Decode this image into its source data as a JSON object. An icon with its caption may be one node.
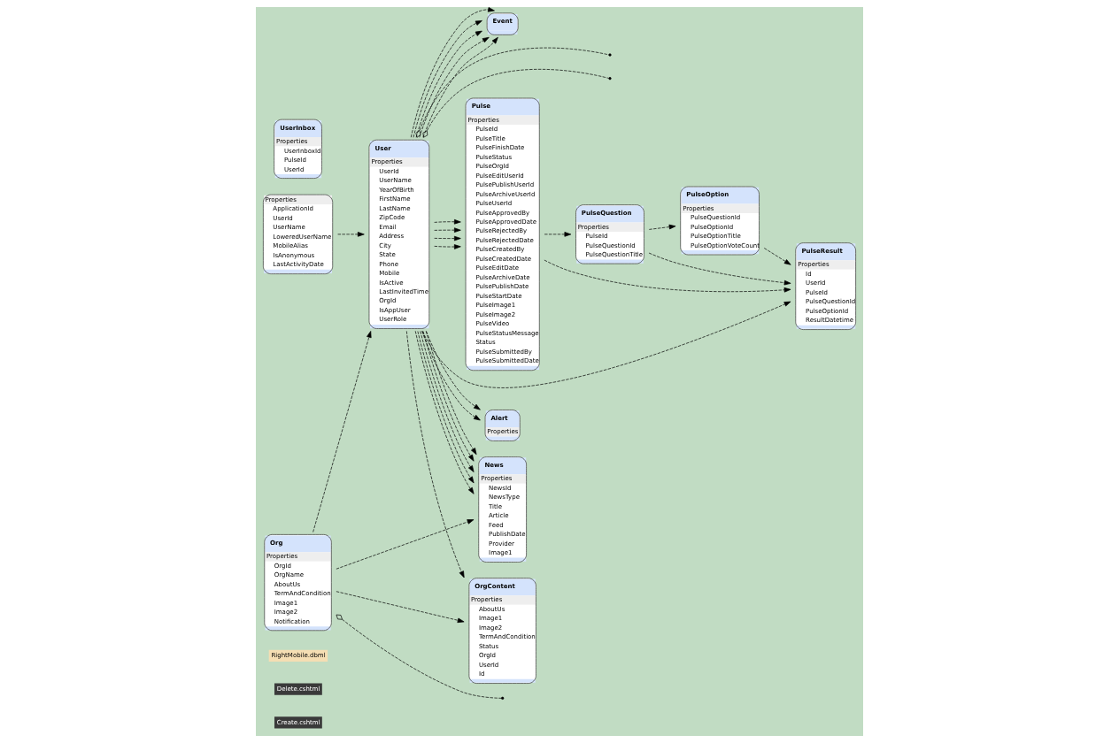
{
  "diagram": {
    "nodes": [
      {
        "text": [
          "Pulse",
          "Properties",
          "PulseId",
          "PulseTitle",
          "PulseFinishDate",
          "PulseStatus",
          "PulseOrgId",
          "PulseEditUserId",
          "PulsePublishUserId",
          "PulseArchiveUserId",
          "PulseUserId",
          "PulseApprovedBy",
          "PulseApprovedDate",
          "PulseRejectedBy",
          "PulseRejectedDate",
          "PulseCreatedBy",
          "PulseCreatedDate",
          "PulseEditDate",
          "PulseArchiveDate",
          "PulsePublishDate",
          "PulseStartDate",
          "PulseImage1",
          "PulseImage2",
          "PulseVideo",
          "PulseStatusMessage",
          "Status",
          "PulseSubmittedBy",
          "PulseSubmittedDate"
        ]
      },
      {
        "text": [
          "PulseQuestion",
          "Properties",
          "PulseId",
          "PulseQuestionId",
          "PulseQuestionTitle"
        ]
      },
      {
        "text": [
          "PulseOption",
          "Properties",
          "PulseQuestionId",
          "PulseOptionId",
          "PulseOptionTitle",
          "PulseOptionVoteCount"
        ]
      },
      {
        "text": [
          "UserInbox",
          "Properties",
          "UserInboxId",
          "PulseId",
          "UserId"
        ]
      },
      {
        "text": [
          "PulseResult",
          "Properties",
          "Id",
          "UserId",
          "PulseId",
          "PulseQuestionId",
          "PulseOptionId",
          "ResultDatetime"
        ]
      },
      {
        "text": [
          "User",
          "Properties",
          "UserId",
          "UserName",
          "YearOfBirth",
          "FirstName",
          "LastName",
          "ZipCode",
          "Email",
          "Address",
          "City",
          "State",
          "Phone",
          "Mobile",
          "IsActive",
          "LastInvitedTime",
          "OrgId",
          "IsAppUser",
          "UserRole"
        ]
      },
      {
        "text": [
          "Org",
          "Properties",
          "OrgId",
          "OrgName",
          "AboutUs",
          "TermAndCondition",
          "Image1",
          "Image2",
          "Notification"
        ]
      },
      {
        "text": [
          "OrgContent",
          "Properties",
          "AboutUs",
          "Image1",
          "Image2",
          "TermAndCondition",
          "Status",
          "OrgId",
          "UserId",
          "Id"
        ]
      },
      {
        "text": [
          "Properties",
          "ApplicationId",
          "UserId",
          "UserName",
          "LoweredUserName",
          "MobileAlias",
          "IsAnonymous",
          "LastActivityDate"
        ]
      },
      {
        "text": [
          "News",
          "Properties",
          "NewsId",
          "NewsType",
          "Title",
          "Article",
          "Feed",
          "PublishDate",
          "Provider",
          "Image1"
        ]
      },
      {
        "text": [
          "Alert",
          "Properties"
        ]
      },
      {
        "text": [
          "Event"
        ]
      }
    ],
    "edges": [
      {
        "from": 0,
        "to": 1,
        "arrow": "to"
      },
      {
        "from": 1,
        "to": 2,
        "arrow": "to"
      },
      {
        "from": 2,
        "to": 4,
        "arrow": "to"
      },
      {
        "from": 1,
        "to": 4,
        "arrow": "to"
      },
      {
        "from": 0,
        "to": 4,
        "arrow": "to"
      },
      {
        "from": 5,
        "to": 0,
        "arrow": "to"
      },
      {
        "from": 5,
        "to": 0,
        "arrow": "to"
      },
      {
        "from": 5,
        "to": 0,
        "arrow": "to"
      },
      {
        "from": 5,
        "to": 0,
        "arrow": "to"
      },
      {
        "from": 5,
        "to": 4,
        "arrow": "to"
      },
      {
        "from": 5,
        "to": 7,
        "arrow": "to"
      },
      {
        "from": 6,
        "to": 5,
        "arrow": "to"
      },
      {
        "from": 6,
        "to": 7,
        "arrow": "to"
      },
      {
        "from": 6,
        "to": 9,
        "arrow": "to"
      },
      {
        "from": 8,
        "to": 5,
        "arrow": "to"
      },
      {
        "from": 5,
        "to": 9,
        "arrow": "to"
      },
      {
        "from": 5,
        "to": 9,
        "arrow": "to"
      },
      {
        "from": 5,
        "to": 9,
        "arrow": "to"
      },
      {
        "from": 5,
        "to": 9,
        "arrow": "to"
      },
      {
        "from": 5,
        "to": 9,
        "arrow": "to"
      },
      {
        "from": 5,
        "to": 10,
        "arrow": "to"
      },
      {
        "from": 5,
        "to": 10,
        "arrow": "to"
      },
      {
        "from": 5,
        "to": 11,
        "arrow": "to"
      },
      {
        "from": 5,
        "to": 11,
        "arrow": "to"
      },
      {
        "from": 5,
        "to": 11,
        "arrow": "to"
      },
      {
        "from": 5,
        "to": 11,
        "arrow": "to"
      },
      {
        "from": 5,
        "to": 11,
        "arrow": "to"
      },
      {
        "from": 5,
        "to": null,
        "arrow": "other"
      },
      {
        "from": 5,
        "to": null,
        "arrow": "other"
      },
      {
        "from": 6,
        "to": null,
        "arrow": "other"
      }
    ],
    "labels": [
      "RightMobile.dbml",
      "Delete.cshtml",
      "Create.cshtml"
    ]
  }
}
